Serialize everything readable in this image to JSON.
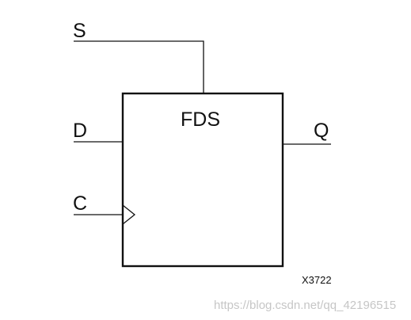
{
  "block": {
    "name": "FDS"
  },
  "pins": {
    "set": "S",
    "data": "D",
    "clock": "C",
    "output": "Q"
  },
  "figure_id": "X3722",
  "watermark": "https://blog.csdn.net/qq_42196515",
  "colors": {
    "ink": "#111111",
    "watermark": "#c6c6c6",
    "background": "#ffffff"
  }
}
